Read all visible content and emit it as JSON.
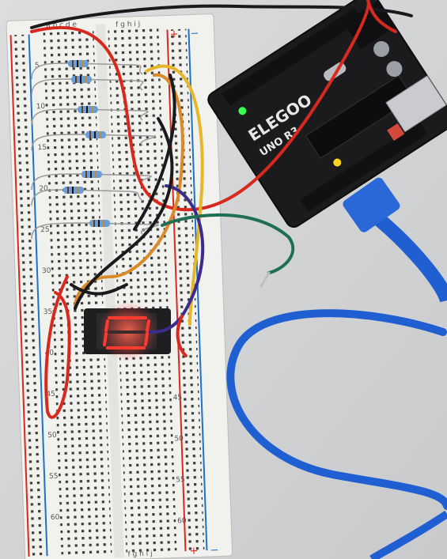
{
  "breadboard": {
    "column_letters_top": "a b c d e",
    "column_letters_top_right": "f g h i j",
    "column_letters_bottom": "f g h i j",
    "rail_plus": "+",
    "rail_minus": "−",
    "row_numbers": [
      "5",
      "10",
      "15",
      "20",
      "25",
      "30",
      "35",
      "40",
      "45",
      "50",
      "55",
      "60"
    ],
    "row_numbers_right": [
      "45",
      "50",
      "55",
      "60"
    ]
  },
  "arduino": {
    "brand": "ELEGOO",
    "model": "UNO R3"
  },
  "display": {
    "segments_lit": [
      "a",
      "b",
      "c",
      "d",
      "e",
      "f"
    ]
  },
  "colors": {
    "board_blue": "#1f72c7",
    "arduino_black": "#1b1b1e",
    "breadboard_white": "#f1f1ee",
    "wire_red": "#d8291f",
    "wire_orange": "#d98a2a",
    "wire_black": "#1a1a1d",
    "wire_yellow": "#e6b62b",
    "wire_green": "#1f6f57",
    "wire_purple": "#3b2c8c",
    "segment_red": "#ff3b2f",
    "usb_blue": "#1f5fd1"
  }
}
